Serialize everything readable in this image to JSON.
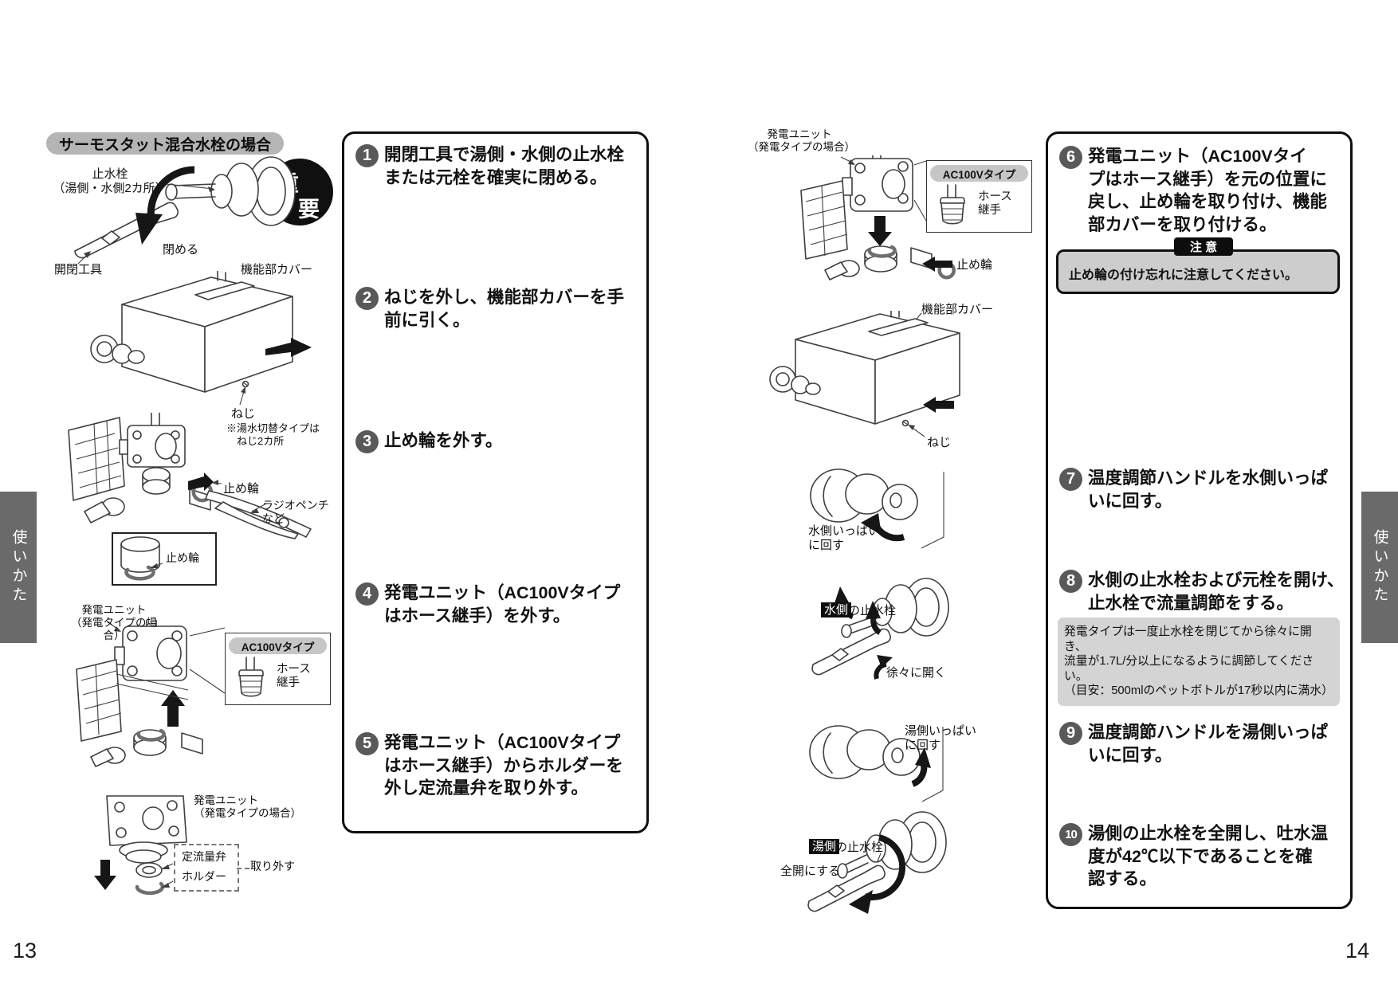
{
  "colors": {
    "badge_gray": "#b5b5b5",
    "pill_gray": "#c6c6c6",
    "note_gray": "#d4d4d4",
    "caution_gray": "#cdcdcd",
    "step_circle": "#58595b",
    "tab_gray": "#6a6a6a",
    "ink": "#111111"
  },
  "pages": {
    "left": {
      "page_number": "13",
      "tab": "使いかた",
      "header": "サーモスタット混合水栓の場合",
      "important": {
        "top": "重",
        "bottom": "要"
      },
      "labels": {
        "fig1_valve": "止水栓\n（湯側・水側2カ所）",
        "fig1_close": "閉める",
        "fig1_tool": "開閉工具",
        "fig2_cover": "機能部カバー",
        "fig2_screw": "ねじ",
        "fig2_note": "※湯水切替タイプは\n　ねじ2カ所",
        "fig3_ring": "止め輪",
        "fig3_pliers": "ラジオペンチ\nなど",
        "fig3_inset_ring": "止め輪",
        "fig4_unit": "発電ユニット\n（発電タイプの場合）",
        "fig4_ac": "AC100Vタイプ",
        "fig4_hose": "ホース\n継手",
        "fig5_unit": "発電ユニット\n（発電タイプの場合）",
        "fig5_valve": "定流量弁",
        "fig5_holder": "ホルダー",
        "fig5_remove": "取り外す"
      },
      "steps": [
        {
          "num": "1",
          "text": "開閉工具で湯側・水側の止水栓\nまたは元栓を確実に閉める。"
        },
        {
          "num": "2",
          "text": "ねじを外し、機能部カバーを手\n前に引く。"
        },
        {
          "num": "3",
          "text": "止め輪を外す。"
        },
        {
          "num": "4",
          "text": "発電ユニット（AC100Vタイプ\nはホース継手）を外す。"
        },
        {
          "num": "5",
          "text": "発電ユニット（AC100Vタイプ\nはホース継手）からホルダーを\n外し定流量弁を取り外す。"
        }
      ]
    },
    "right": {
      "page_number": "14",
      "tab": "使いかた",
      "labels": {
        "figA_unit": "発電ユニット\n（発電タイプの場合）",
        "figA_ac": "AC100Vタイプ",
        "figA_hose": "ホース\n継手",
        "figA_ring": "止め輪",
        "figB_cover": "機能部カバー",
        "figB_screw": "ねじ",
        "figC_turn": "水側いっぱい\nに回す",
        "figD_side": "水側",
        "figD_rest": "の止水栓",
        "figD_open": "徐々に開く",
        "figE_turn": "湯側いっぱい\nに回す",
        "figF_side": "湯側",
        "figF_rest": "の止水栓",
        "figF_full": "全開にする"
      },
      "caution": {
        "badge": "注 意",
        "text": "止め輪の付け忘れに注意してください。"
      },
      "note8": "発電タイプは一度止水栓を閉じてから徐々に開き、\n流量が1.7L/分以上になるように調節してください。\n（目安：500mlのペットボトルが17秒以内に満水）",
      "steps": [
        {
          "num": "6",
          "text": "発電ユニット（AC100Vタイ\nプはホース継手）を元の位置に\n戻し、止め輪を取り付け、機能\n部カバーを取り付ける。"
        },
        {
          "num": "7",
          "text": "温度調節ハンドルを水側いっぱ\nいに回す。"
        },
        {
          "num": "8",
          "text": "水側の止水栓および元栓を開け、\n止水栓で流量調節をする。"
        },
        {
          "num": "9",
          "text": "温度調節ハンドルを湯側いっぱ\nいに回す。"
        },
        {
          "num": "10",
          "text": "湯側の止水栓を全開し、吐水温\n度が42℃以下であることを確\n認する。"
        }
      ]
    }
  }
}
